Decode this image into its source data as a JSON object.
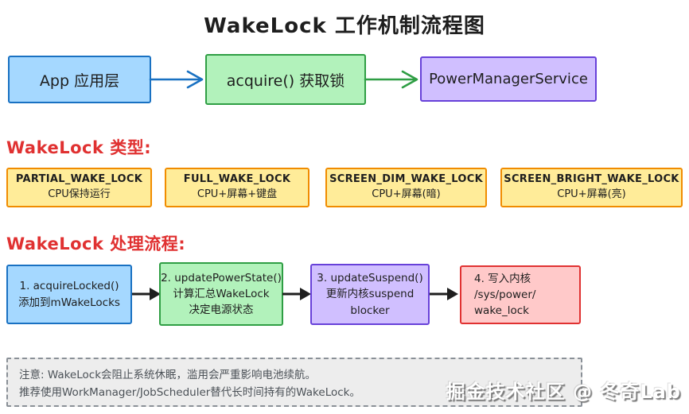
{
  "title": "WakeLock 工作机制流程图",
  "flow_top": {
    "nodes": [
      {
        "label": "App 应用层"
      },
      {
        "label": "acquire() 获取锁"
      },
      {
        "label": "PowerManagerService"
      }
    ]
  },
  "types_section": {
    "heading": "WakeLock 类型:",
    "items": [
      {
        "name": "PARTIAL_WAKE_LOCK",
        "desc": "CPU保持运行"
      },
      {
        "name": "FULL_WAKE_LOCK",
        "desc": "CPU+屏幕+键盘"
      },
      {
        "name": "SCREEN_DIM_WAKE_LOCK",
        "desc": "CPU+屏幕(暗)"
      },
      {
        "name": "SCREEN_BRIGHT_WAKE_LOCK",
        "desc": "CPU+屏幕(亮)"
      }
    ]
  },
  "process_section": {
    "heading": "WakeLock 处理流程:",
    "steps": [
      {
        "line1": "1. acquireLocked()",
        "line2": "添加到mWakeLocks"
      },
      {
        "line1": "2. updatePowerState()",
        "line2": "计算汇总WakeLock",
        "line3": "决定电源状态"
      },
      {
        "line1": "3. updateSuspend()",
        "line2": "更新内核suspend",
        "line3": "blocker"
      },
      {
        "line1": "4. 写入内核",
        "line2": "/sys/power/",
        "line3": "wake_lock"
      }
    ]
  },
  "note": {
    "line1": "注意: WakeLock会阻止系统休眠，滥用会严重影响电池续航。",
    "line2": "推荐使用WorkManager/JobScheduler替代长时间持有的WakeLock。"
  },
  "watermark": "掘金技术社区 @ 冬奇Lab",
  "colors": {
    "node_blue_bg": "#a5d8ff",
    "node_blue_border": "#1971c2",
    "node_green_bg": "#b2f2bb",
    "node_green_border": "#2f9e44",
    "node_purple_bg": "#d0bfff",
    "node_purple_border": "#6741d9",
    "node_yellow_bg": "#ffec99",
    "node_yellow_border": "#f08c00",
    "node_red_bg": "#ffc9c9",
    "node_red_border": "#e03131",
    "heading_red": "#e03131",
    "arrow_blue": "#1971c2",
    "arrow_green": "#2f9e44",
    "arrow_black": "#1e1e1e",
    "note_bg": "#ededed",
    "note_border": "#8a9097",
    "note_text": "#4b5157"
  }
}
